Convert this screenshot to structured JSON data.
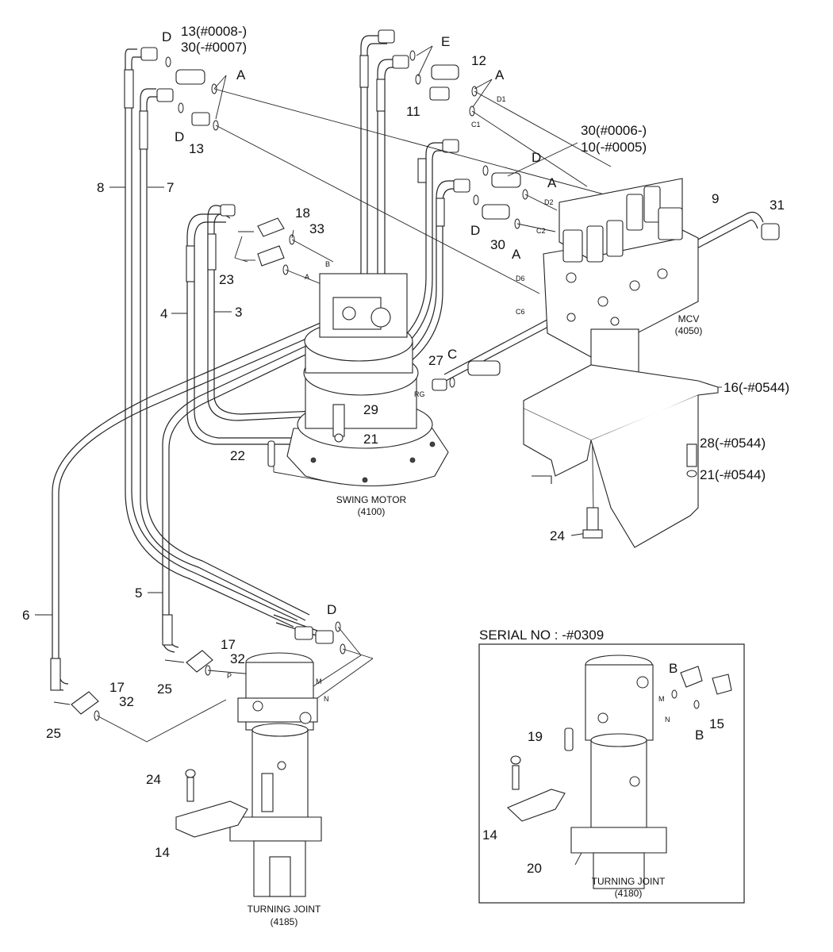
{
  "labels": {
    "l8": "8",
    "l7": "7",
    "l4": "4",
    "l3": "3",
    "l6": "6",
    "l5": "5",
    "lD1": "D",
    "l13a": "13(#0008-)",
    "l30a": "30(-#0007)",
    "lA1": "A",
    "lD2": "D",
    "l13b": "13",
    "lE": "E",
    "l12": "12",
    "l11": "11",
    "lA2": "A",
    "l30b": "30(#0006-)",
    "l10": "10(-#0005)",
    "lD3": "D",
    "lA3": "A",
    "lD4": "D",
    "l30c": "30",
    "lA4": "A",
    "l9": "9",
    "l31": "31",
    "l18": "18",
    "l33": "33",
    "l23": "23",
    "l27": "27",
    "lC": "C",
    "l29": "29",
    "l21": "21",
    "l22": "22",
    "l16": "16(-#0544)",
    "l28": "28(-#0544)",
    "l21b": "21(-#0544)",
    "l24a": "24",
    "lD5": "D",
    "l17a": "17",
    "l32a": "32",
    "l25a": "25",
    "l17b": "17",
    "l32b": "32",
    "l25b": "25",
    "l24b": "24",
    "l14a": "14",
    "l19": "19",
    "lB1": "B",
    "lB2": "B",
    "l15": "15",
    "l14b": "14",
    "l20": "20"
  },
  "small_labels": {
    "sD1": "D1",
    "sC1": "C1",
    "sD2": "D2",
    "sC2": "C2",
    "sD6": "D6",
    "sC6": "C6",
    "sB": "B",
    "sA": "A",
    "sRG": "RG",
    "sP": "P",
    "sM": "M",
    "sN": "N",
    "sM2": "M",
    "sN2": "N"
  },
  "titles": {
    "swing_motor": "SWING MOTOR",
    "swing_motor_no": "(4100)",
    "mcv": "MCV",
    "mcv_no": "(4050)",
    "turning_joint": "TURNING JOINT",
    "turning_joint_no": "(4185)",
    "serial": "SERIAL NO : -#0309",
    "turning_joint2": "TURNING JOINT",
    "turning_joint2_no": "(4180)"
  }
}
